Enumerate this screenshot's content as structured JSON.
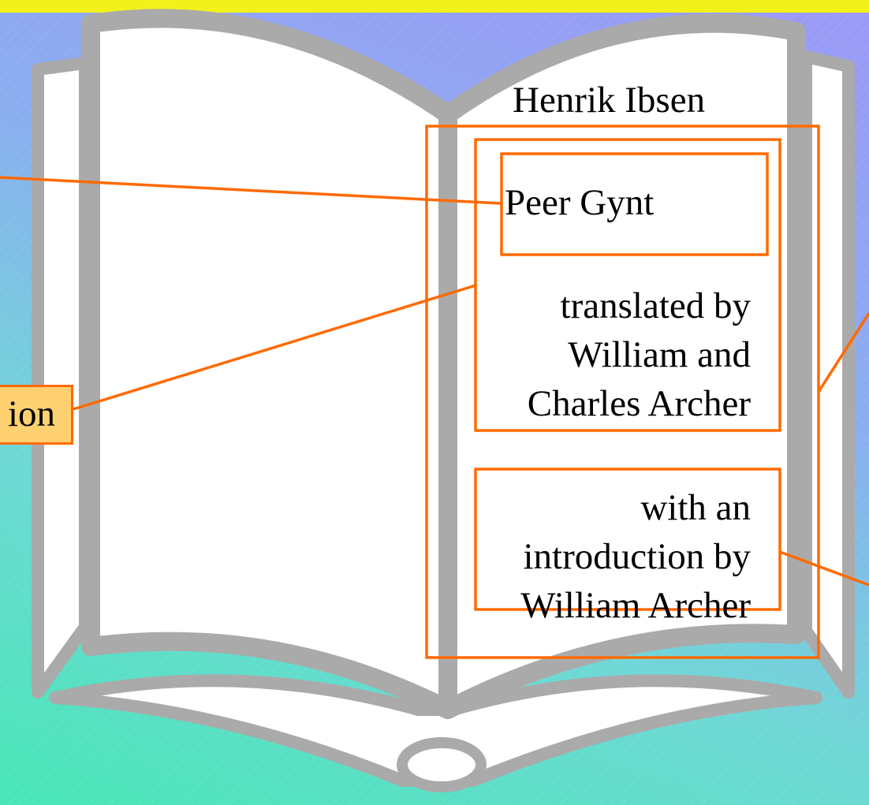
{
  "book": {
    "author": "Henrik Ibsen",
    "title": "Peer Gynt",
    "translation_lines": [
      "translated by",
      "William and",
      "Charles Archer"
    ],
    "introduction_lines": [
      "with an",
      "introduction by",
      "William Archer"
    ]
  },
  "callout": {
    "left_label": "ion"
  },
  "colors": {
    "box_outline": "#ff6a00",
    "callout_fill": "#ffd070",
    "top_bar": "#f2f21a",
    "book_outline": "#aaaaaa",
    "page_fill": "#ffffff"
  }
}
